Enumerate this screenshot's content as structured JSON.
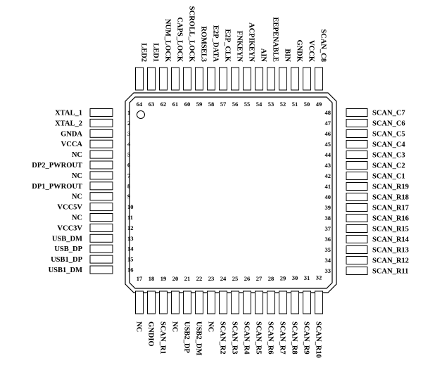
{
  "chip": {
    "left_pins": [
      {
        "num": "1",
        "label": "XTAL_1"
      },
      {
        "num": "2",
        "label": "XTAL_2"
      },
      {
        "num": "3",
        "label": "GNDA"
      },
      {
        "num": "4",
        "label": "VCCA"
      },
      {
        "num": "5",
        "label": "NC"
      },
      {
        "num": "6",
        "label": "DP2_PWROUT"
      },
      {
        "num": "7",
        "label": "NC"
      },
      {
        "num": "8",
        "label": "DP1_PWROUT"
      },
      {
        "num": "9",
        "label": "NC"
      },
      {
        "num": "10",
        "label": "VCC5V"
      },
      {
        "num": "11",
        "label": "NC"
      },
      {
        "num": "12",
        "label": "VCC3V"
      },
      {
        "num": "13",
        "label": "USB_DM"
      },
      {
        "num": "14",
        "label": "USB_DP"
      },
      {
        "num": "15",
        "label": "USB1_DP"
      },
      {
        "num": "16",
        "label": "USB1_DM"
      }
    ],
    "bottom_pins": [
      {
        "num": "17",
        "label": "NC"
      },
      {
        "num": "18",
        "label": "GNDIO"
      },
      {
        "num": "19",
        "label": "SCAN_R1"
      },
      {
        "num": "20",
        "label": "NC"
      },
      {
        "num": "21",
        "label": "USB2_DP"
      },
      {
        "num": "22",
        "label": "USB2_DM"
      },
      {
        "num": "23",
        "label": "NC"
      },
      {
        "num": "24",
        "label": "SCAN_R2"
      },
      {
        "num": "25",
        "label": "SCAN_R3"
      },
      {
        "num": "26",
        "label": "SCAN_R4"
      },
      {
        "num": "27",
        "label": "SCAN_R5"
      },
      {
        "num": "28",
        "label": "SCAN_R6"
      },
      {
        "num": "29",
        "label": "SCAN_R7"
      },
      {
        "num": "30",
        "label": "SCAN_R8"
      },
      {
        "num": "31",
        "label": "SCAN_R9"
      },
      {
        "num": "32",
        "label": "SCAN_R10"
      }
    ],
    "right_pins": [
      {
        "num": "48",
        "label": "SCAN_C7"
      },
      {
        "num": "47",
        "label": "SCAN_C6"
      },
      {
        "num": "46",
        "label": "SCAN_C5"
      },
      {
        "num": "45",
        "label": "SCAN_C4"
      },
      {
        "num": "44",
        "label": "SCAN_C3"
      },
      {
        "num": "43",
        "label": "SCAN_C2"
      },
      {
        "num": "42",
        "label": "SCAN_C1"
      },
      {
        "num": "41",
        "label": "SCAN_R19"
      },
      {
        "num": "40",
        "label": "SCAN_R18"
      },
      {
        "num": "39",
        "label": "SCAN_R17"
      },
      {
        "num": "38",
        "label": "SCAN_R16"
      },
      {
        "num": "37",
        "label": "SCAN_R15"
      },
      {
        "num": "36",
        "label": "SCAN_R14"
      },
      {
        "num": "35",
        "label": "SCAN_R13"
      },
      {
        "num": "34",
        "label": "SCAN_R12"
      },
      {
        "num": "33",
        "label": "SCAN_R11"
      }
    ],
    "top_pins": [
      {
        "num": "64",
        "label": "LED2"
      },
      {
        "num": "63",
        "label": "LED1"
      },
      {
        "num": "62",
        "label": "NUM_LOCK"
      },
      {
        "num": "61",
        "label": "CAPS_LOCK"
      },
      {
        "num": "60",
        "label": "SCROLL_LOCK"
      },
      {
        "num": "59",
        "label": "ROMSEL3"
      },
      {
        "num": "58",
        "label": "E2P_DATA"
      },
      {
        "num": "57",
        "label": "E2P_CLK"
      },
      {
        "num": "56",
        "label": "FNKEYN"
      },
      {
        "num": "55",
        "label": "ACPIKEYN"
      },
      {
        "num": "54",
        "label": "AIN"
      },
      {
        "num": "53",
        "label": "EEPENABLE"
      },
      {
        "num": "52",
        "label": "BIN"
      },
      {
        "num": "51",
        "label": "GNDK"
      },
      {
        "num": "50",
        "label": "VCCK"
      },
      {
        "num": "49",
        "label": "SCAN_C8"
      }
    ]
  }
}
